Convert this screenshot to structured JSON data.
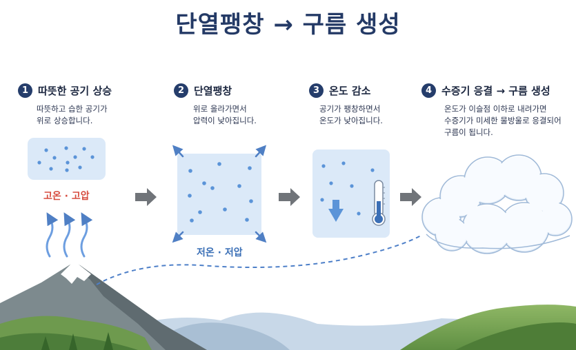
{
  "title": "단열팽창 → 구름 생성",
  "steps": [
    {
      "number": "1",
      "heading": "따뜻한 공기 상승",
      "lines": [
        "따뜻하고 습한 공기가",
        "위로 상승합니다."
      ]
    },
    {
      "number": "2",
      "heading": "단열팽창",
      "lines": [
        "위로 올라가면서",
        "압력이 낮아집니다."
      ]
    },
    {
      "number": "3",
      "heading": "온도 감소",
      "lines": [
        "공기가 팽창하면서",
        "온도가 낮아집니다."
      ]
    },
    {
      "number": "4",
      "heading": "수증기 응결 → 구름 생성",
      "lines": [
        "온도가 이슬점 이하로 내려가면",
        "수증기가 미세한 물방울로 응결되어",
        "구름이 됩니다."
      ]
    }
  ],
  "labels": {
    "hot": "고온 · 고압",
    "cold": "저온 · 저압"
  },
  "colors": {
    "navy": "#253d6b",
    "hot": "#d64b3e",
    "cold": "#3a6fb6",
    "box": "#dbe9f8",
    "dot": "#5b94d8",
    "arrow": "#6f7378"
  }
}
